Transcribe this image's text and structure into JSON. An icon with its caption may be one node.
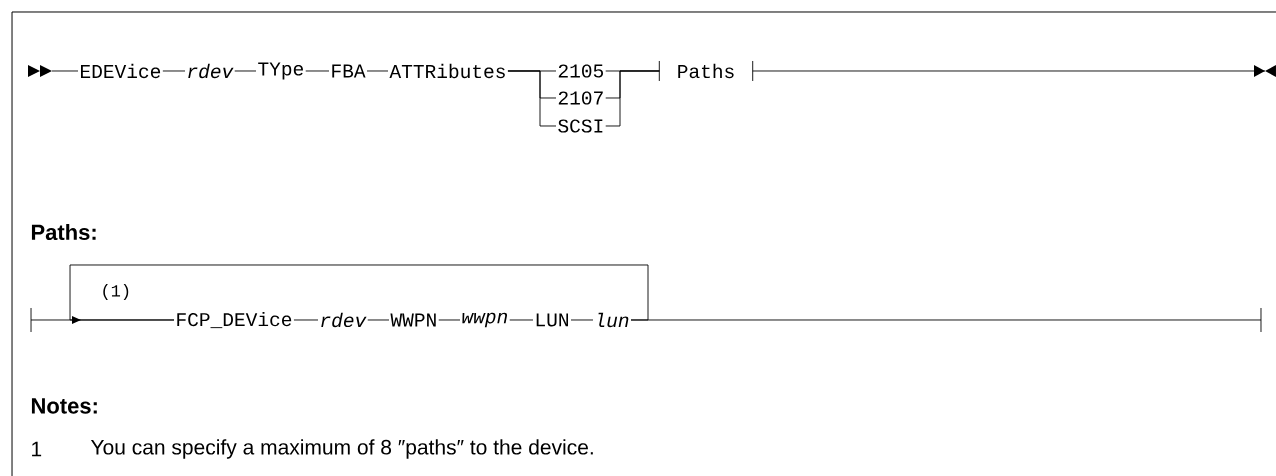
{
  "diagram": {
    "nodes": [
      {
        "text": [
          "EDEVice"
        ]
      },
      {
        "text": [
          "rdev"
        ]
      },
      {
        "text": [
          "TYpe"
        ]
      },
      {
        "text": [
          "FBA"
        ]
      },
      {
        "text": [
          "ATTRibutes"
        ]
      },
      {
        "text": [
          "2105"
        ]
      },
      {
        "text": [
          "2107"
        ]
      },
      {
        "text": [
          "SCSI"
        ]
      },
      {
        "text": [
          "Paths"
        ]
      },
      {
        "text": [
          "FCP_DEVice"
        ]
      },
      {
        "text": [
          "rdev"
        ]
      },
      {
        "text": [
          "WWPN"
        ]
      },
      {
        "text": [
          "wwpn"
        ]
      },
      {
        "text": [
          "LUN"
        ]
      },
      {
        "text": [
          "lun"
        ]
      }
    ],
    "edges": [
      {
        "from": null,
        "to": 0,
        "arrow": "to"
      },
      {
        "from": 0,
        "to": 1,
        "arrow": "none"
      },
      {
        "from": 1,
        "to": 2,
        "arrow": "none"
      },
      {
        "from": 2,
        "to": 3,
        "arrow": "none"
      },
      {
        "from": 3,
        "to": 4,
        "arrow": "none"
      },
      {
        "from": 4,
        "to": 5,
        "arrow": "none"
      },
      {
        "from": 4,
        "to": 6,
        "arrow": "none"
      },
      {
        "from": 4,
        "to": 7,
        "arrow": "none"
      },
      {
        "from": 5,
        "to": 8,
        "arrow": "none"
      },
      {
        "from": 6,
        "to": 8,
        "arrow": "none"
      },
      {
        "from": 7,
        "to": 8,
        "arrow": "none"
      },
      {
        "from": 8,
        "to": null,
        "arrow": "to"
      },
      {
        "from": null,
        "to": 9,
        "arrow": "none"
      },
      {
        "from": 9,
        "to": 10,
        "arrow": "none"
      },
      {
        "from": 10,
        "to": 11,
        "arrow": "none"
      },
      {
        "from": 11,
        "to": 12,
        "arrow": "none"
      },
      {
        "from": 12,
        "to": 13,
        "arrow": "none"
      },
      {
        "from": 13,
        "to": 14,
        "arrow": "none"
      },
      {
        "from": 14,
        "to": 9,
        "arrow": "to"
      },
      {
        "from": 14,
        "to": null,
        "arrow": "none"
      }
    ],
    "labels": [
      "Paths:",
      "(1)",
      "Notes:",
      "1",
      "You can specify a maximum of 8 ″paths″ to the device."
    ]
  }
}
